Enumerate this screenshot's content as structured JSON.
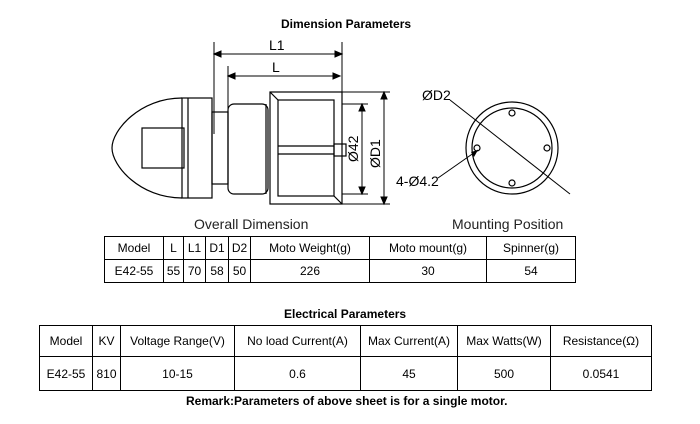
{
  "dimension_title": "Dimension  Parameters",
  "drawing": {
    "label_l1": "L1",
    "label_l": "L",
    "label_d42": "Ø42",
    "label_d1": "ØD1",
    "label_d2": "ØD2",
    "label_holes": "4-Ø4.2"
  },
  "overall_title": "Overall Dimension",
  "mounting_title": "Mounting Position",
  "dimension_table": {
    "headers": [
      "Model",
      "L",
      "L1",
      "D1",
      "D2",
      "Moto Weight(g)",
      "Moto mount(g)",
      "Spinner(g)"
    ],
    "row": [
      "E42-55",
      "55",
      "70",
      "58",
      "50",
      "226",
      "30",
      "54"
    ]
  },
  "electrical_title": "Electrical  Parameters",
  "electrical_table": {
    "headers": [
      "Model",
      "KV",
      "Voltage Range(V)",
      "No load Current(A)",
      "Max Current(A)",
      "Max Watts(W)",
      "Resistance(Ω)"
    ],
    "row": [
      "E42-55",
      "810",
      "10-15",
      "0.6",
      "45",
      "500",
      "0.0541"
    ]
  },
  "remark": "Remark:Parameters of above sheet is for a single motor."
}
